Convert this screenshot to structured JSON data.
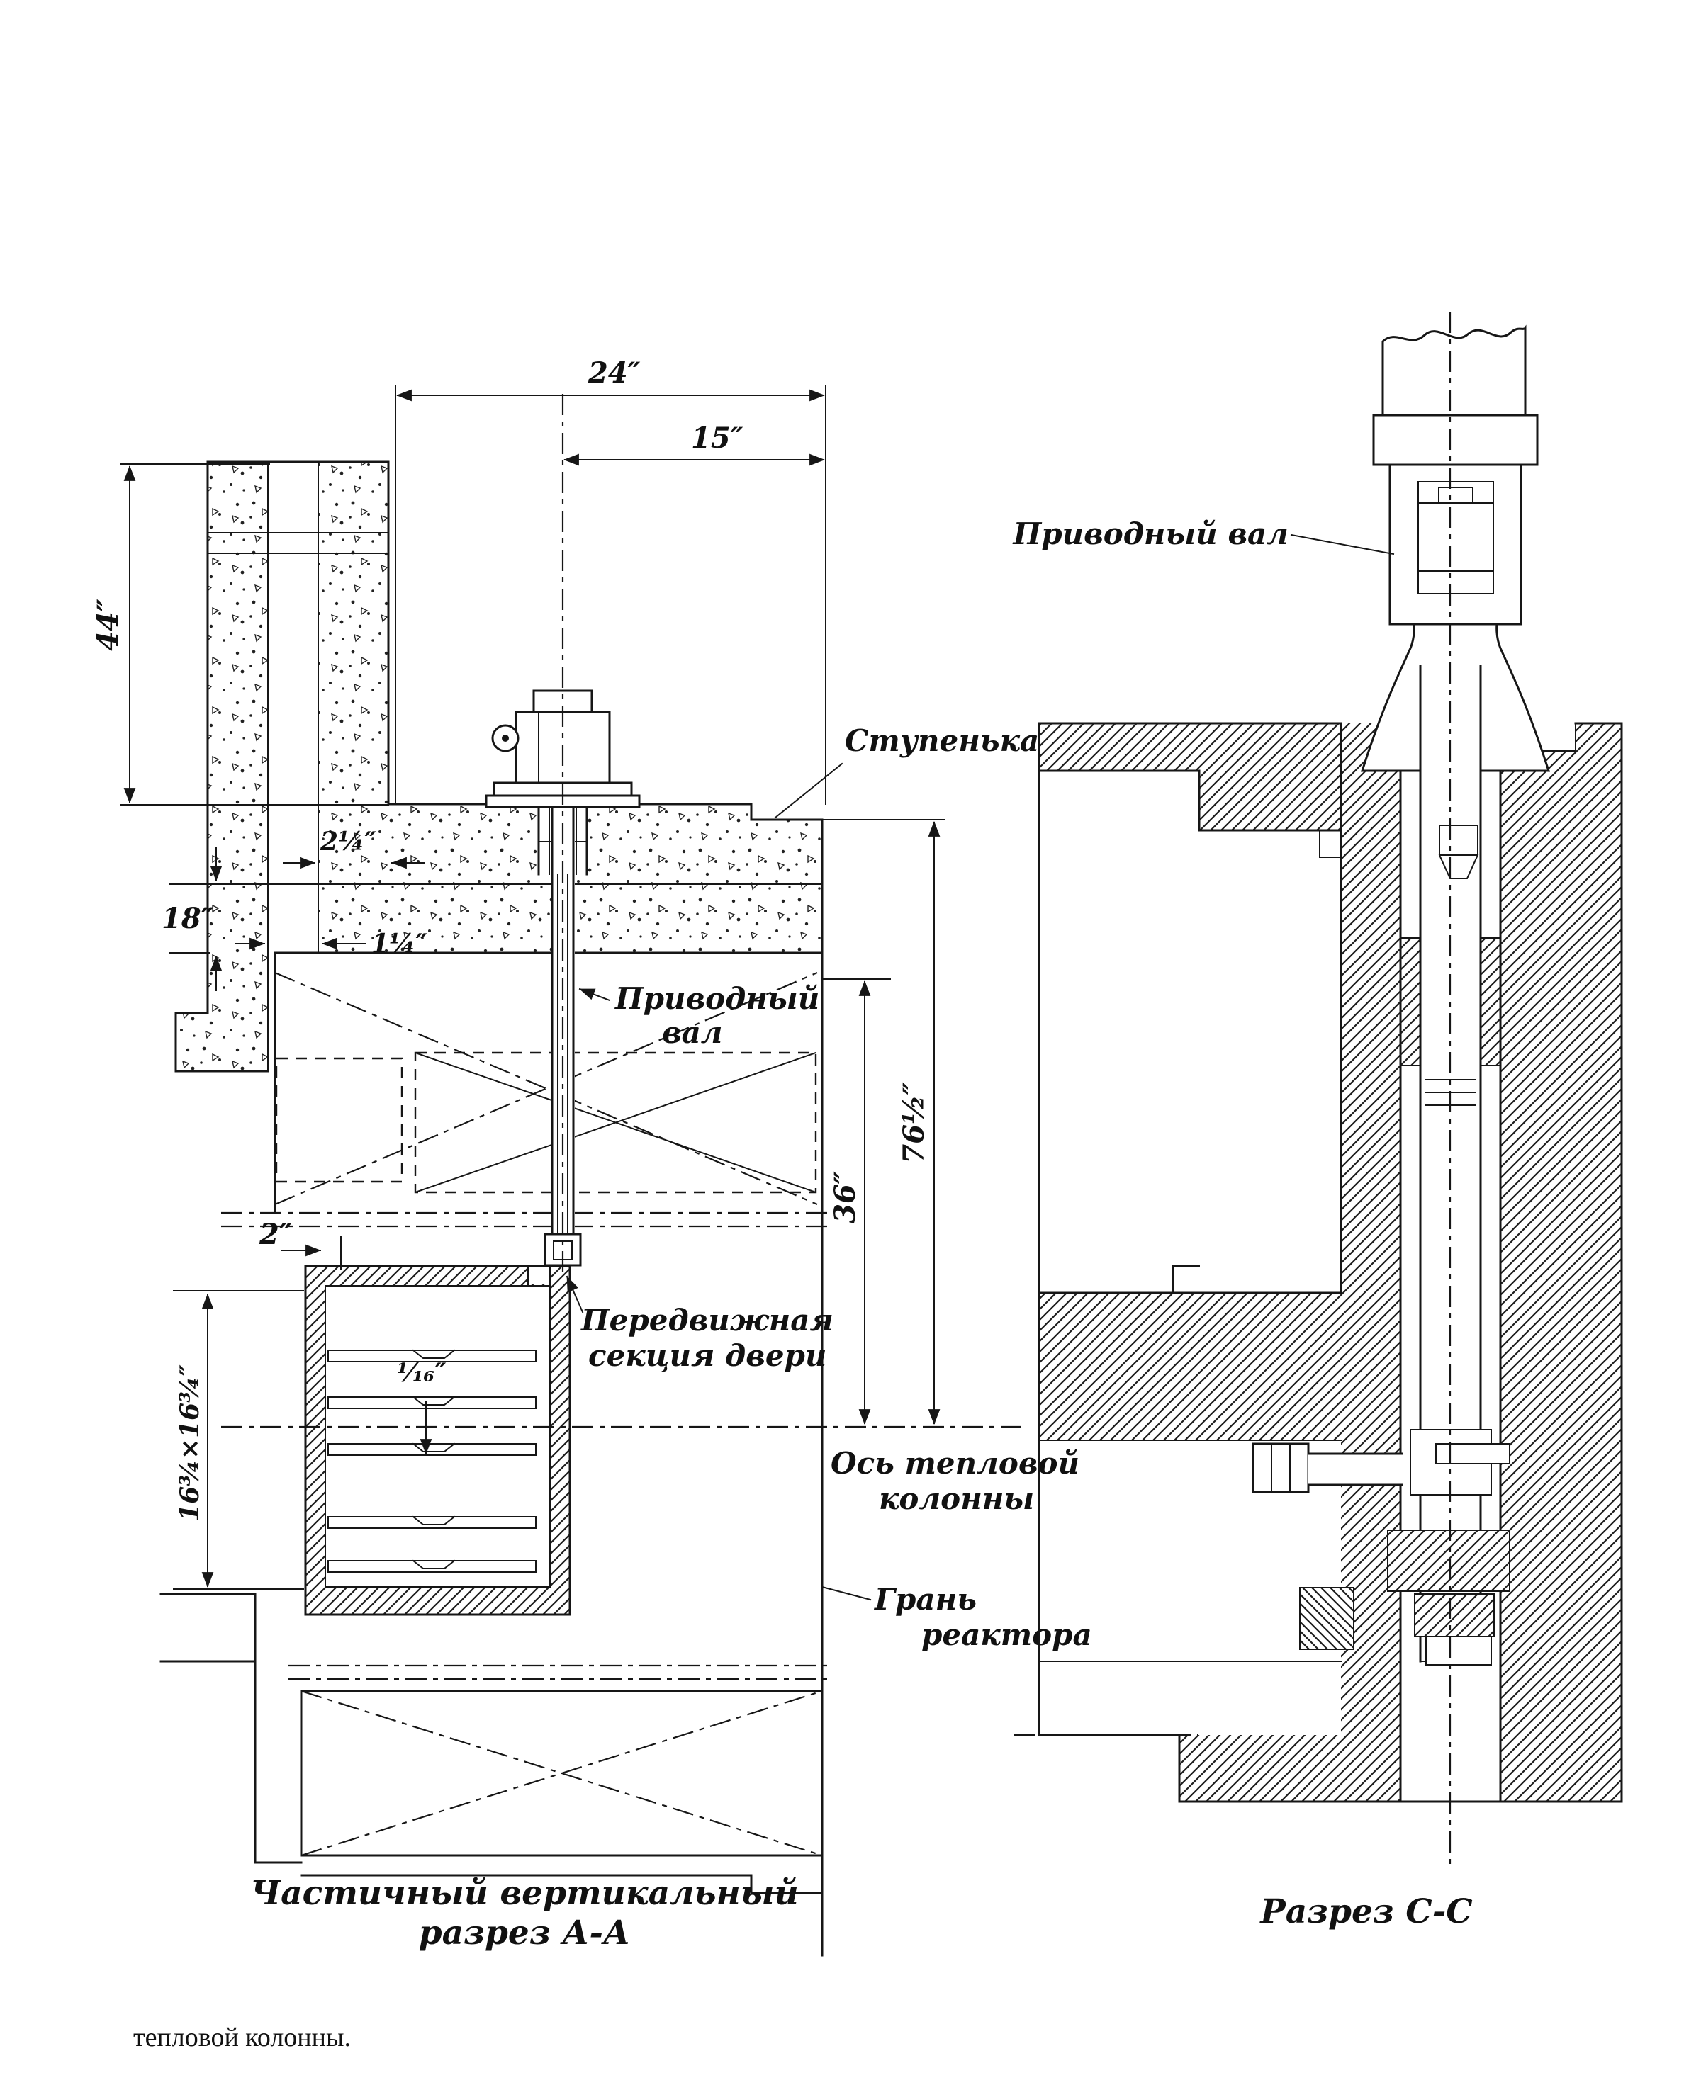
{
  "page": {
    "bottom_caption": "тепловой колонны."
  },
  "left_view": {
    "caption_line1": "Частичный вертикальный",
    "caption_line2": "разрез А-А",
    "labels": {
      "step": "Ступенька",
      "drive_shaft_1": "Приводный",
      "drive_shaft_2": "вал",
      "door_1": "Передвижная",
      "door_2": "секция двери",
      "axis_1": "Ось тепловой",
      "axis_2": "колонны",
      "face_1": "Грань",
      "face_2": "реактора"
    },
    "dims": {
      "width_outer": "24″",
      "width_inner": "15″",
      "height_wall": "44″",
      "wall_thick_a": "2¼″",
      "slab_thick": "18″",
      "wall_thick_b": "1¼″",
      "height_mid": "36″",
      "height_total": "76½″",
      "door_offset": "2″",
      "door_opening": "16¾×16¾″",
      "plate_gap": "¹⁄₁₆″"
    }
  },
  "right_view": {
    "caption": "Разрез С-С",
    "labels": {
      "drive_shaft": "Приводный вал"
    }
  }
}
